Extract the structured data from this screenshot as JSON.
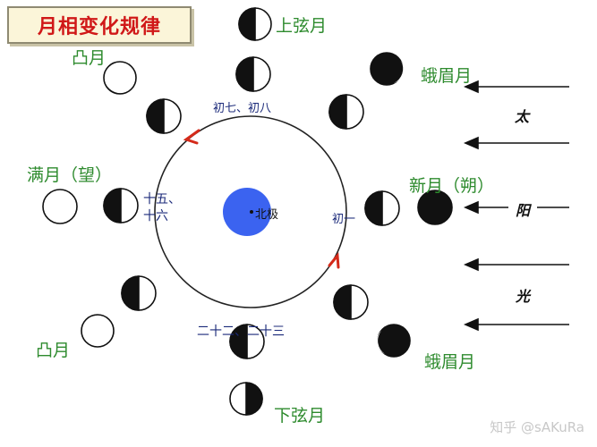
{
  "title": "月相变化规律",
  "center_label": "北极",
  "phase_labels": {
    "first_quarter": "上弦月",
    "last_quarter": "下弦月",
    "waxing_crescent": "蛾眉月",
    "waning_crescent": "蛾眉月",
    "new_moon": "新月（朔）",
    "full_moon": "满月（望）",
    "gibbous_left_top": "凸月",
    "gibbous_left_bottom": "凸月"
  },
  "day_labels": {
    "day7_8": "初七、初八",
    "day1": "初一",
    "day15_16_line1": "十五、",
    "day15_16_line2": "十六",
    "day22_23": "二十二、二十三"
  },
  "sunlight_chars": [
    "太",
    "阳",
    "光"
  ],
  "watermark": "知乎 @sAKuRa",
  "colors": {
    "title_red": "#d01818",
    "label_green": "#2e8b2e",
    "day_navy": "#1b2a7a",
    "earth_blue": "#3b63f0",
    "arrow_red": "#d42a1a"
  }
}
